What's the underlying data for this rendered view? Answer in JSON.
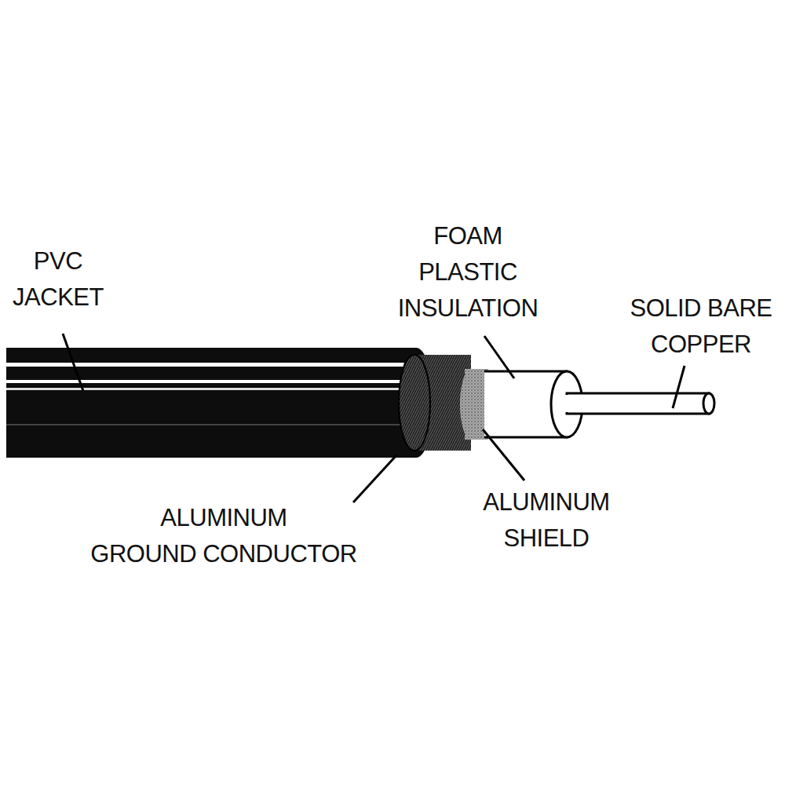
{
  "diagram": {
    "labels": [
      "PVC JACKET",
      "FOAM PLASTIC INSULATION",
      "SOLID BARE COPPER",
      "ALUMINUM GROUND CONDUCTOR",
      "ALUMINUM SHIELD"
    ]
  }
}
